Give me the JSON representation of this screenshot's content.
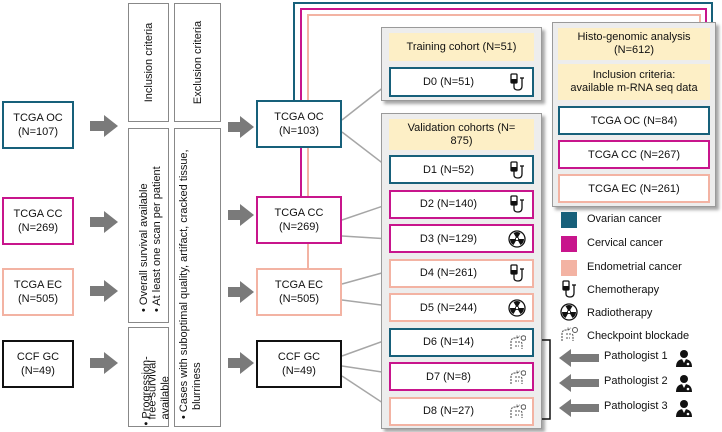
{
  "colors": {
    "ovarian": "#17607a",
    "cervical": "#c8158c",
    "endometrial": "#f3b3a3",
    "gastric": "#111111",
    "arrow": "#7a7a7a",
    "panel": "#ededed",
    "header": "#fdefc6"
  },
  "sources": [
    {
      "line1": "TCGA OC",
      "line2": "(N=107)"
    },
    {
      "line1": "TCGA CC",
      "line2": "(N=269)"
    },
    {
      "line1": "TCGA EC",
      "line2": "(N=505)"
    },
    {
      "line1": "CCF GC",
      "line2": "(N=49)"
    }
  ],
  "criteria": {
    "inclusion_header": "Inclusion criteria",
    "exclusion_header": "Exclusion criteria",
    "inclusion_survival_1": "Overall survival available",
    "inclusion_survival_2": "At least one scan per patient",
    "inclusion_pfs_1": "Progression-",
    "inclusion_pfs_2": "free survival",
    "inclusion_pfs_3": "available",
    "exclusion_1": "Cases with suboptimal quality, artifact, cracked tissue,",
    "exclusion_2": "blurriness"
  },
  "filtered": [
    {
      "line1": "TCGA OC",
      "line2": "(N=103)"
    },
    {
      "line1": "TCGA CC",
      "line2": "(N=269)"
    },
    {
      "line1": "TCGA EC",
      "line2": "(N=505)"
    },
    {
      "line1": "CCF GC",
      "line2": "(N=49)"
    }
  ],
  "training": {
    "header": "Training cohort (N=51)",
    "d0": "D0 (N=51)"
  },
  "validation": {
    "header_1": "Validation cohorts (N=",
    "header_2": "875)",
    "cohorts": [
      {
        "label": "D1 (N=52)",
        "icon": "chemotherapy-icon"
      },
      {
        "label": "D2 (N=140)",
        "icon": "chemotherapy-icon"
      },
      {
        "label": "D3 (N=129)",
        "icon": "radiotherapy-icon"
      },
      {
        "label": "D4 (N=261)",
        "icon": "chemotherapy-icon"
      },
      {
        "label": "D5 (N=244)",
        "icon": "radiotherapy-icon"
      },
      {
        "label": "D6 (N=14)",
        "icon": "checkpoint-blockade-icon"
      },
      {
        "label": "D7 (N=8)",
        "icon": "checkpoint-blockade-icon"
      },
      {
        "label": "D8 (N=27)",
        "icon": "checkpoint-blockade-icon"
      }
    ]
  },
  "histo": {
    "header_1": "Histo-genomic analysis",
    "header_2": "(N=612)",
    "criteria_1": "Inclusion criteria:",
    "criteria_2": "available m-RNA seq data",
    "items": [
      "TCGA OC (N=84)",
      "TCGA CC (N=267)",
      "TCGA EC (N=261)"
    ]
  },
  "legend": {
    "ovarian": "Ovarian cancer",
    "cervical": "Cervical cancer",
    "endometrial": "Endometrial cancer",
    "chemo": "Chemotherapy",
    "radio": "Radiotherapy",
    "checkpoint": "Checkpoint blockade"
  },
  "pathologists": [
    "Pathologist 1",
    "Pathologist 2",
    "Pathologist 3"
  ]
}
